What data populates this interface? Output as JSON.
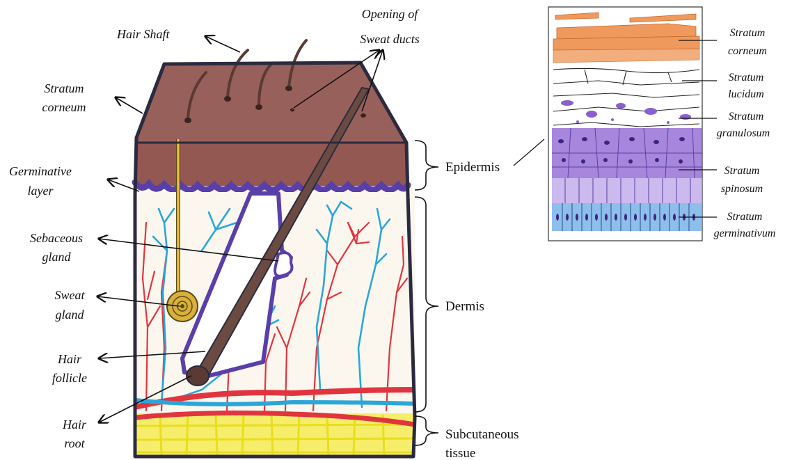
{
  "labels": {
    "hair_shaft": "Hair Shaft",
    "opening_1": "Opening of",
    "opening_2": "Sweat ducts",
    "stratum_corneum_1": "Stratum",
    "stratum_corneum_2": "corneum",
    "germinative_1": "Germinative",
    "germinative_2": "layer",
    "sebaceous_1": "Sebaceous",
    "sebaceous_2": "gland",
    "sweat_1": "Sweat",
    "sweat_2": "gland",
    "follicle_1": "Hair",
    "follicle_2": "follicle",
    "root_1": "Hair",
    "root_2": "root",
    "epidermis": "Epidermis",
    "dermis": "Dermis",
    "subcutaneous_1": "Subcutaneous",
    "subcutaneous_2": "tissue"
  },
  "inset_labels": {
    "corneum_1": "Stratum",
    "corneum_2": "corneum",
    "lucidum_1": "Stratum",
    "lucidum_2": "lucidum",
    "granulosum_1": "Stratum",
    "granulosum_2": "granulosum",
    "spinosum_1": "Stratum",
    "spinosum_2": "spinosum",
    "germinativum_1": "Stratum",
    "germinativum_2": "germinativum"
  },
  "colors": {
    "outline": "#2b2a3e",
    "corneum_brown": "#8a4a43",
    "germinative_purple": "#5a3fa8",
    "vein_blue": "#2aa6d8",
    "artery_red": "#e0353f",
    "fat_yellow": "#f4ea3a",
    "hair_brown": "#6b4a42",
    "sweat_duct_yellow": "#e8c03a",
    "inset_orange": "#ef9a5c",
    "inset_purple": "#8a5fd0",
    "inset_blue": "#7ab3e8"
  }
}
